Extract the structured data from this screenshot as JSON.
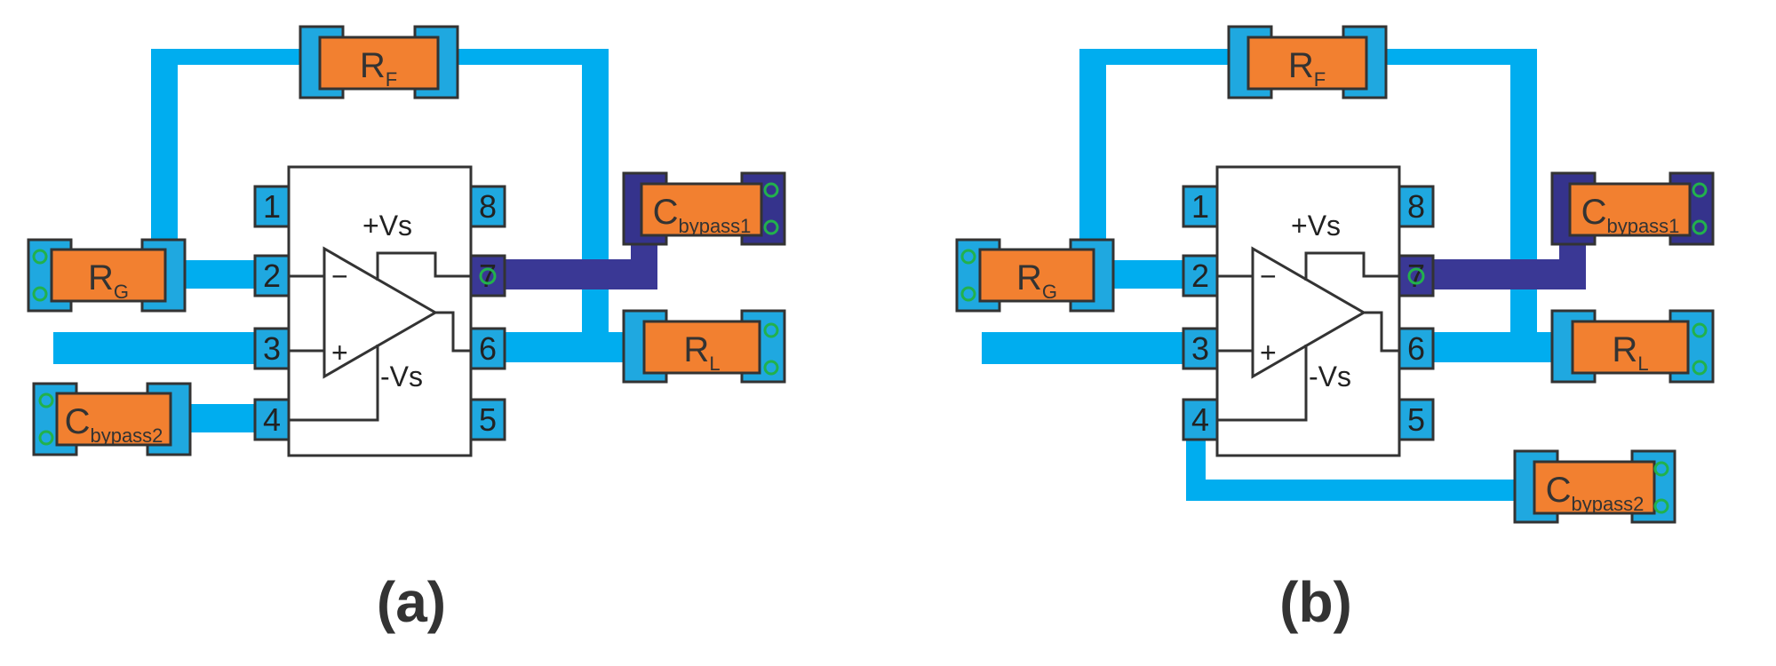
{
  "colors": {
    "trace": "#00adef",
    "trace_dark": "#3a3895",
    "pad": "#1fa8e0",
    "pad_dark": "#35338c",
    "body": "#f28030",
    "outline": "#333333",
    "via": "#22b14c"
  },
  "pins": [
    "1",
    "2",
    "3",
    "4",
    "5",
    "6",
    "7",
    "8"
  ],
  "supply": {
    "pos": "+Vs",
    "neg": "-Vs"
  },
  "opamp_signs": {
    "minus": "−",
    "plus": "+"
  },
  "components": {
    "rf": {
      "main": "R",
      "sub": "F"
    },
    "rg": {
      "main": "R",
      "sub": "G"
    },
    "rl": {
      "main": "R",
      "sub": "L"
    },
    "cb1": {
      "main": "C",
      "sub": "bypass1"
    },
    "cb2": {
      "main": "C",
      "sub": "bypass2"
    }
  },
  "captions": {
    "a": "(a)",
    "b": "(b)"
  }
}
